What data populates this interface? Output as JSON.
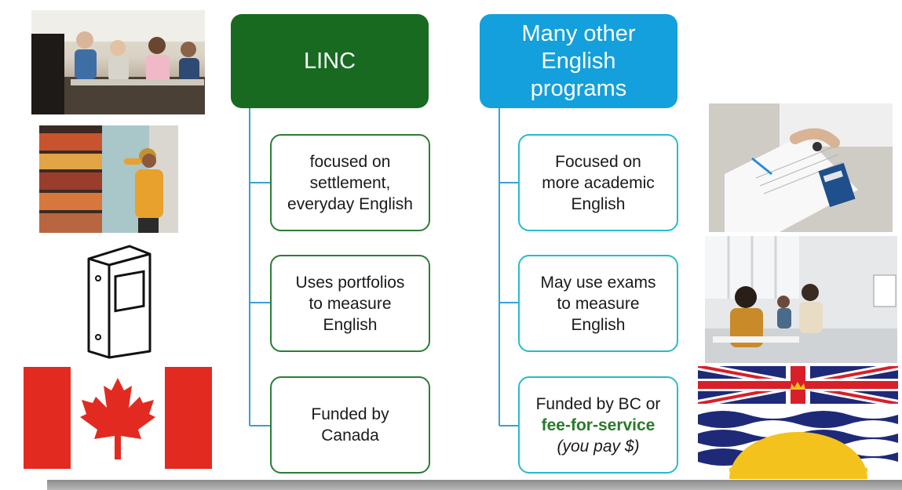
{
  "linc": {
    "header": "LINC",
    "items": [
      {
        "lines": [
          "focused on",
          "settlement,",
          "everyday English"
        ]
      },
      {
        "lines": [
          "Uses portfolios",
          "to measure",
          "English"
        ]
      },
      {
        "lines": [
          "Funded by",
          "Canada"
        ]
      }
    ]
  },
  "other": {
    "header_lines": [
      "Many other",
      "English",
      "programs"
    ],
    "items": [
      {
        "lines": [
          "Focused on",
          "more academic",
          "English"
        ]
      },
      {
        "lines": [
          "May use exams",
          "to measure",
          "English"
        ]
      },
      {
        "line1": "Funded by BC or",
        "line2": "fee-for-service",
        "line3": "(you pay $)"
      }
    ]
  },
  "colors": {
    "linc_header": "#176a20",
    "other_header": "#13a0dc",
    "linc_border": "#2b7d36",
    "other_border": "#27bcc8",
    "fee_text": "#2a7a2a"
  },
  "images": {
    "left": [
      "classroom-adults-photo",
      "grocery-shopping-photo",
      "binder-illustration",
      "canada-flag"
    ],
    "right": [
      "student-writing-exam-photo",
      "students-exam-room-photo",
      "british-columbia-flag"
    ]
  }
}
